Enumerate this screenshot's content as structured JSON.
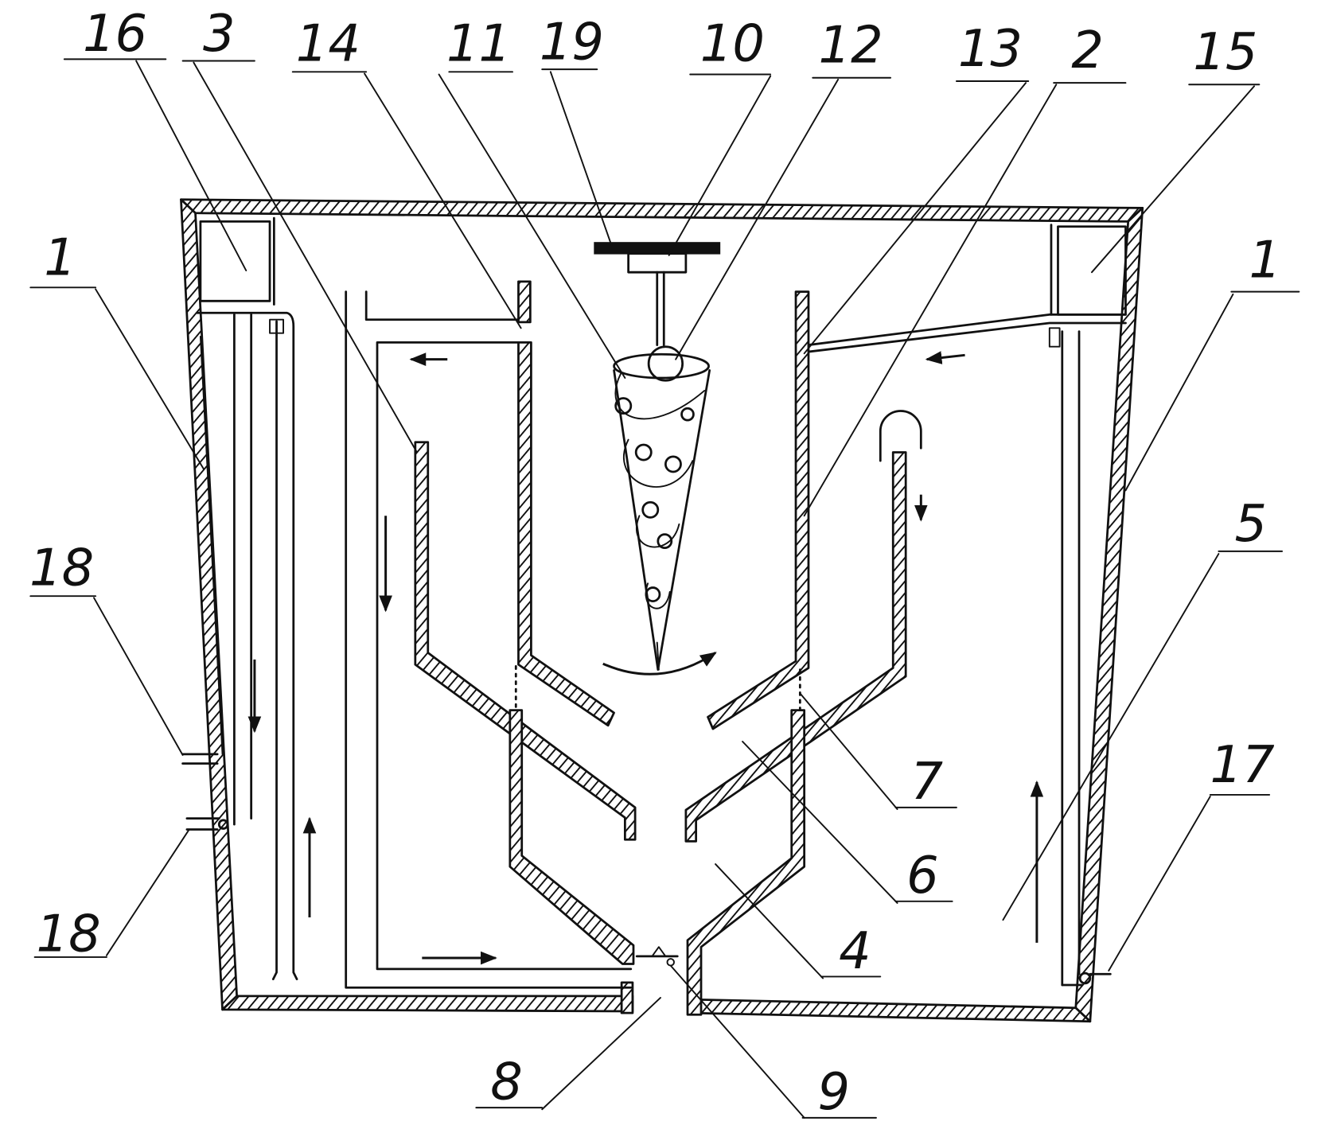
{
  "callouts": {
    "top": [
      "16",
      "3",
      "14",
      "11",
      "19",
      "10",
      "12",
      "13",
      "2",
      "15"
    ],
    "left": [
      "1",
      "18",
      "18"
    ],
    "right": [
      "1",
      "5",
      "7",
      "6",
      "4",
      "17"
    ],
    "bottom": [
      "8",
      "9"
    ]
  },
  "colors": {
    "ink": "#111111",
    "background": "#ffffff"
  }
}
